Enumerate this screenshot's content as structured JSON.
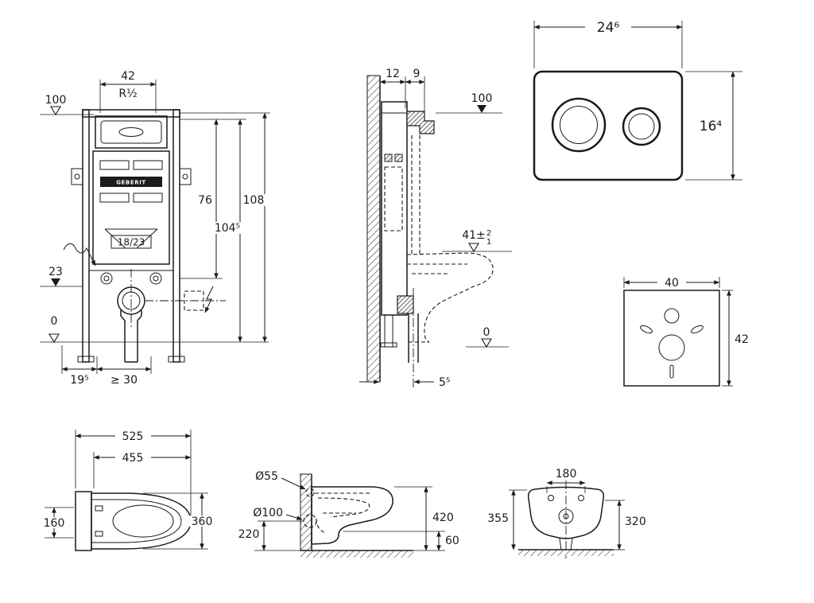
{
  "style": {
    "ink": "#1a1a1a",
    "background": "#ffffff"
  },
  "drawing": {
    "brand": "GEBERIT",
    "cistern_front": {
      "width_top": "42",
      "thread": "R½",
      "level_100": "100",
      "height_76": "76",
      "height_104": "104⁵",
      "height_108": "108",
      "depth_box": "18/23",
      "level_23": "23",
      "level_0": "0",
      "offset_19": "19⁵",
      "offset_30": "≥ 30"
    },
    "cistern_side": {
      "depth_12": "12",
      "depth_9": "9",
      "level_100": "100",
      "level_41": "41±",
      "tol_plus": "2",
      "tol_minus": "1",
      "level_0": "0",
      "offset_5": "5⁵"
    },
    "flush_plate": {
      "width": "24⁶",
      "height": "16⁴"
    },
    "sound_pad": {
      "width": "40",
      "height": "42"
    },
    "wc_top": {
      "length_total": "525",
      "length_seat": "455",
      "width_back": "160",
      "width_bowl": "360"
    },
    "wc_side": {
      "inlet": "Ø55",
      "outlet": "Ø100",
      "outlet_height": "220",
      "rim_height": "420",
      "gap": "60"
    },
    "wc_front": {
      "hole_spacing": "180",
      "height_left": "355",
      "height_right": "320"
    }
  }
}
